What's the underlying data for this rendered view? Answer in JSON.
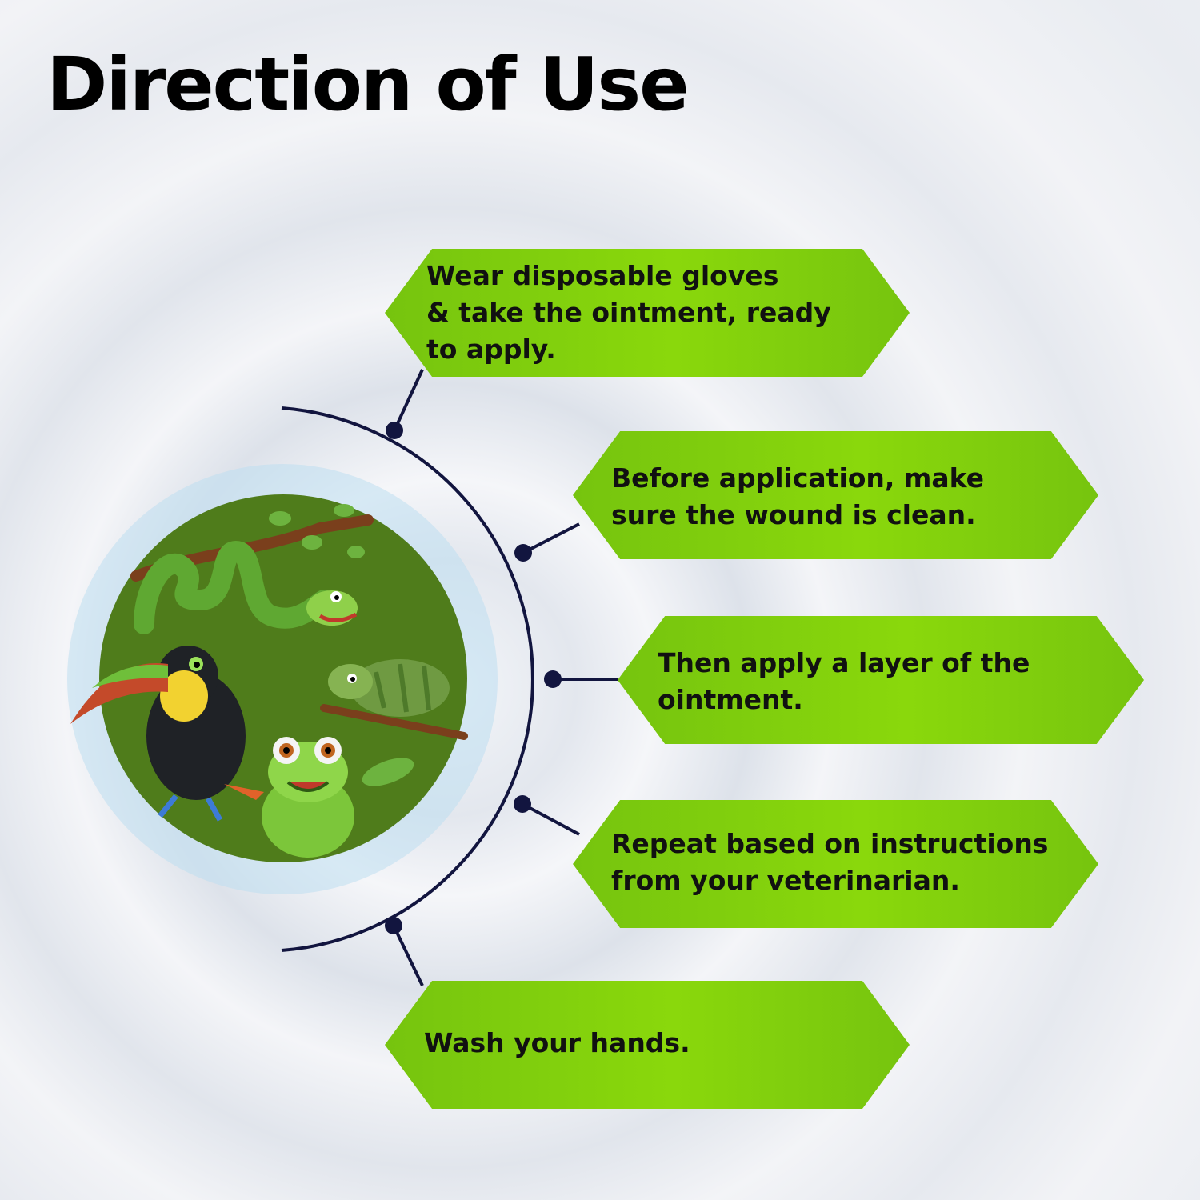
{
  "title": "Direction of Use",
  "steps": [
    {
      "text": "Wear disposable gloves\n& take the ointment, ready\nto apply."
    },
    {
      "text": "Before application, make\nsure the wound is clean."
    },
    {
      "text": "Then apply a layer of the\nointment."
    },
    {
      "text": "Repeat based on instructions\nfrom your veterinarian."
    },
    {
      "text": "Wash your hands."
    }
  ],
  "illustration": {
    "animals": [
      "snake",
      "toucan",
      "chameleon",
      "frog"
    ]
  },
  "colors": {
    "step_fill": "#80cc0c",
    "connector": "#12153f",
    "disc": "#4f7c1b"
  }
}
